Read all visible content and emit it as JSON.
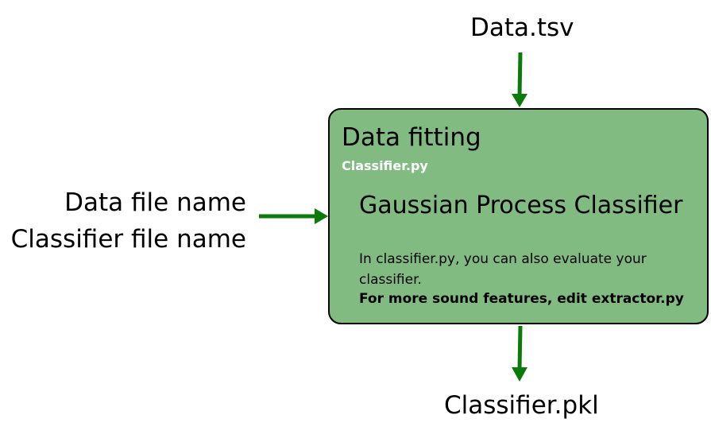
{
  "inputs": {
    "top": "Data.tsv",
    "left_line1": "Data file name",
    "left_line2": "Classifier file name"
  },
  "process": {
    "title": "Data fitting",
    "script": "Classifier.py",
    "method": "Gaussian Process Classifier",
    "note": "In classifier.py, you can also evaluate your classifier.",
    "note_bold": "For more sound features, edit extractor.py"
  },
  "output": {
    "bottom": "Classifier.pkl"
  },
  "colors": {
    "box_fill": "#82bb82",
    "arrow": "#0b7a0b",
    "script_text": "#ffffff"
  }
}
